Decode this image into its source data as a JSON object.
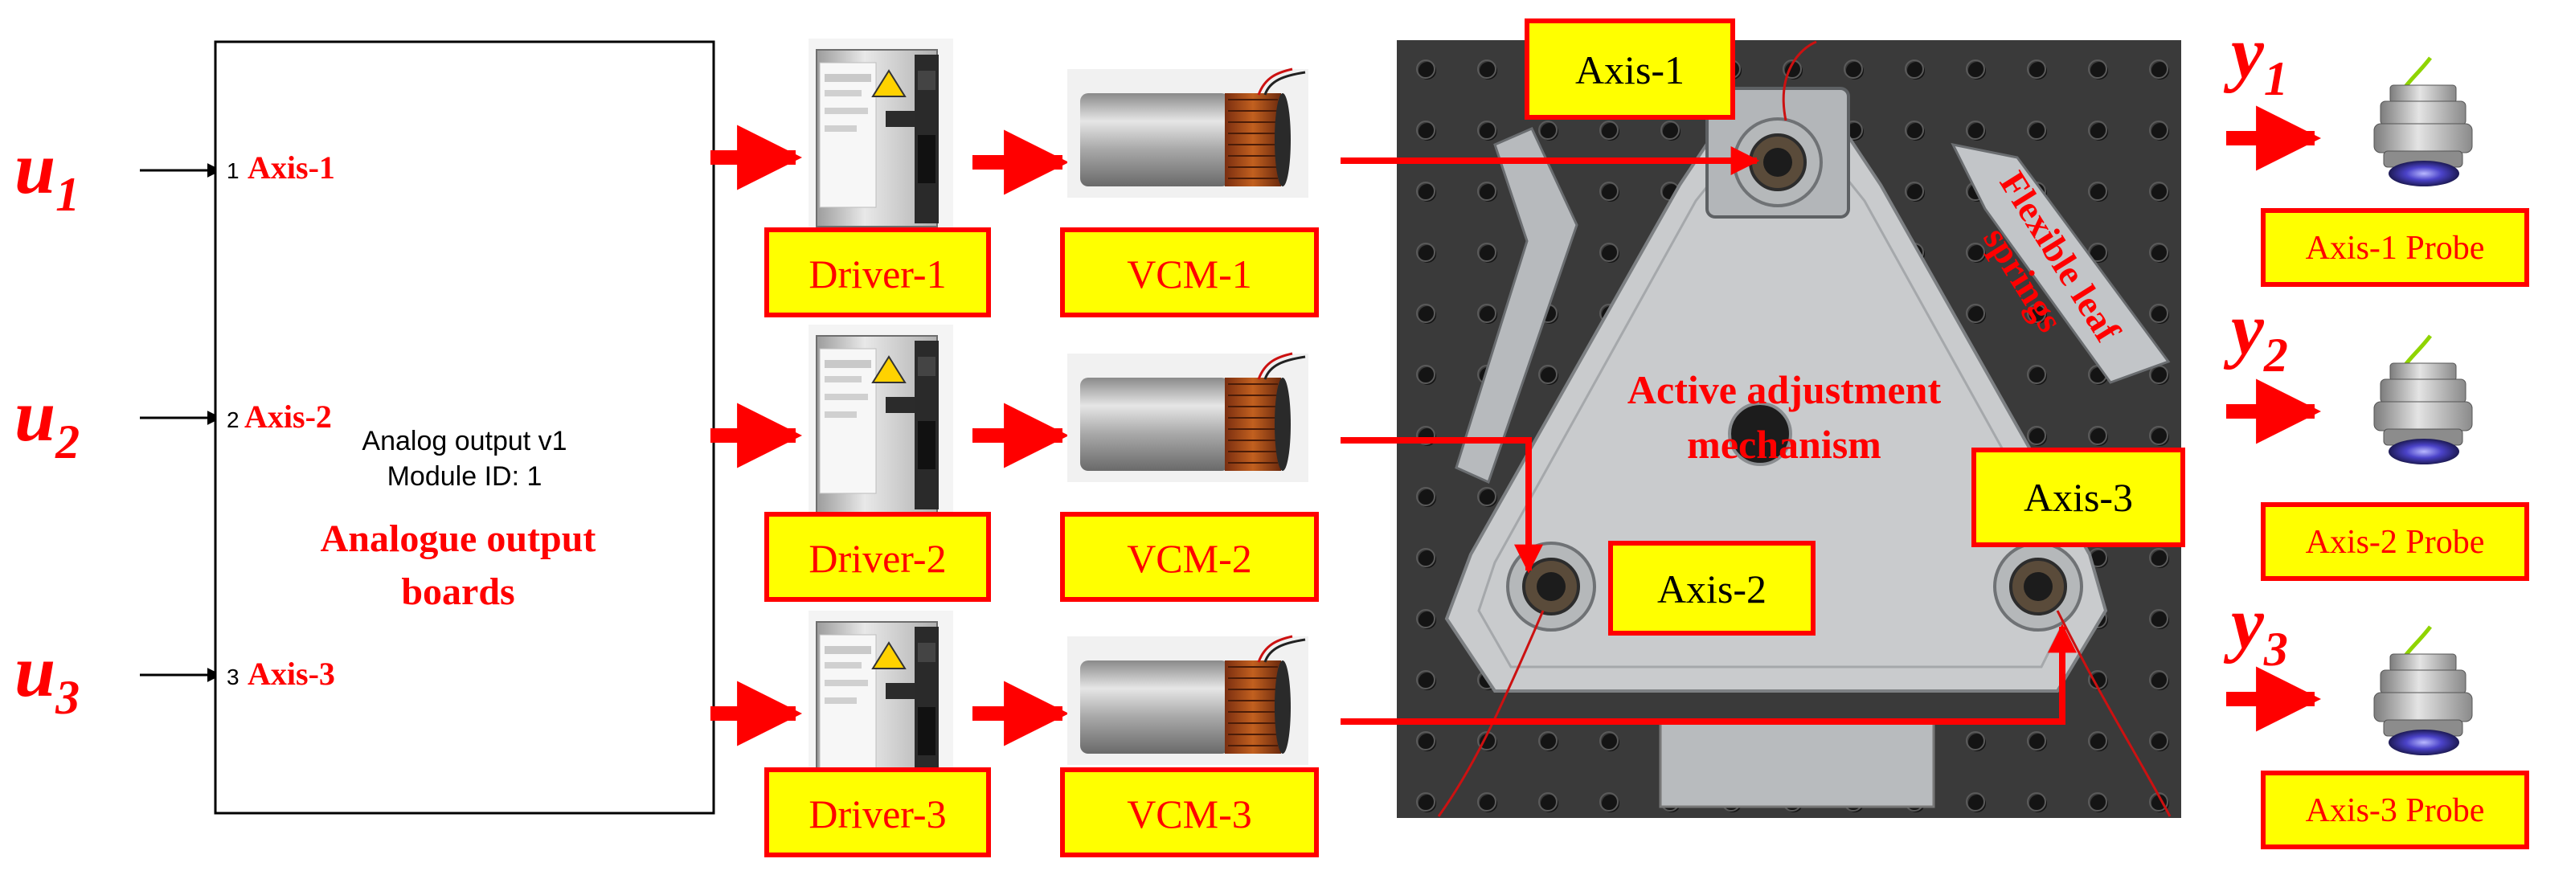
{
  "inputs": [
    {
      "symbol": "u",
      "subscript": "1",
      "port": "1",
      "label": "Axis-1"
    },
    {
      "symbol": "u",
      "subscript": "2",
      "port": "2",
      "label": "Axis-2"
    },
    {
      "symbol": "u",
      "subscript": "3",
      "port": "3",
      "label": "Axis-3"
    }
  ],
  "analog_block": {
    "title_line1": "Analog output v1",
    "title_line2": "Module ID: 1",
    "caption_line1": "Analogue output",
    "caption_line2": "boards"
  },
  "drivers": [
    "Driver-1",
    "Driver-2",
    "Driver-3"
  ],
  "vcms": [
    "VCM-1",
    "VCM-2",
    "VCM-3"
  ],
  "mechanism": {
    "axis_labels": [
      "Axis-1",
      "Axis-2",
      "Axis-3"
    ],
    "center_line1": "Active adjustment",
    "center_line2": "mechanism",
    "spring_line1": "Flexible leaf",
    "spring_line2": "springs"
  },
  "outputs": [
    {
      "symbol": "y",
      "subscript": "1",
      "probe": "Axis-1 Probe"
    },
    {
      "symbol": "y",
      "subscript": "2",
      "probe": "Axis-2 Probe"
    },
    {
      "symbol": "y",
      "subscript": "3",
      "probe": "Axis-3 Probe"
    }
  ],
  "colors": {
    "accent_red": "#ff0000",
    "label_yellow": "#ffff00",
    "plate_background": "#3c3c3c",
    "aluminum": "#c9cbcd"
  }
}
